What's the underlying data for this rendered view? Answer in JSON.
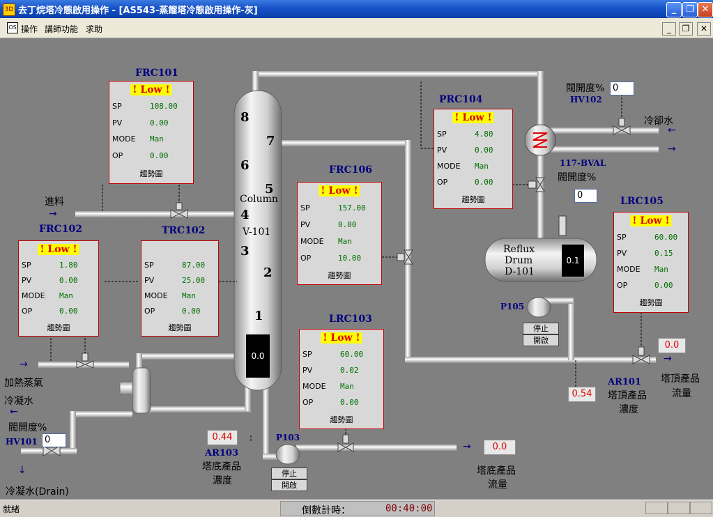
{
  "window": {
    "title": "去丁烷塔冷態啟用操作 - [AS543-蒸餾塔冷態啟用操作-灰]",
    "icon_text": "3D",
    "min": "_",
    "restore": "❐",
    "close": "✕"
  },
  "menu": {
    "icon_text": "OS",
    "items": [
      "操作",
      "講師功能",
      "求助"
    ],
    "mdi_min": "_",
    "mdi_restore": "❐",
    "mdi_close": "✕"
  },
  "status": {
    "ready": "就緒",
    "countdown_label": "倒數計時：",
    "countdown_value": "00:40:00"
  },
  "common": {
    "low": "! Low !",
    "sp": "SP",
    "pv": "PV",
    "mode": "MODE",
    "op": "OP",
    "trend": "趨勢圖"
  },
  "controllers": [
    {
      "tag": "FRC101",
      "alarm": "! Low !",
      "sp": "108.00",
      "pv": "0.00",
      "mode": "Man",
      "op": "0.00"
    },
    {
      "tag": "FRC102",
      "alarm": "! Low !",
      "sp": "1.80",
      "pv": "0.00",
      "mode": "Man",
      "op": "0.00"
    },
    {
      "tag": "TRC102",
      "alarm": "",
      "sp": "87.00",
      "pv": "25.00",
      "mode": "Man",
      "op": "0.00"
    },
    {
      "tag": "FRC106",
      "alarm": "! Low !",
      "sp": "157.00",
      "pv": "0.00",
      "mode": "Man",
      "op": "10.00"
    },
    {
      "tag": "LRC103",
      "alarm": "! Low !",
      "sp": "60.00",
      "pv": "0.02",
      "mode": "Man",
      "op": "0.00"
    },
    {
      "tag": "PRC104",
      "alarm": "! Low !",
      "sp": "4.80",
      "pv": "0.00",
      "mode": "Man",
      "op": "0.00"
    },
    {
      "tag": "LRC105",
      "alarm": "! Low !",
      "sp": "60.00",
      "pv": "0.15",
      "mode": "Man",
      "op": "0.00"
    }
  ],
  "column": {
    "label1": "Column",
    "label2": "V-101",
    "trays": [
      "8",
      "7",
      "6",
      "5",
      "4",
      "3",
      "2",
      "1"
    ],
    "level": "0.0"
  },
  "drum": {
    "label1": "Reflux",
    "label2": "Drum",
    "label3": "D-101",
    "level": "0.1"
  },
  "labels": {
    "feed": "進料",
    "steam": "加熱蒸氣",
    "condensate": "冷凝水",
    "valve_open": "閥開度%",
    "hv101": "HV101",
    "hv101_value": "0",
    "drain": "冷凝水(Drain)",
    "ar103": "AR103",
    "ar103_value": "0.44",
    "bottom_conc": "塔底產品",
    "bottom_conc2": "濃度",
    "p103": "P103",
    "bottom_flow_value": "0.0",
    "bottom_flow": "塔底產品",
    "bottom_flow2": "流量",
    "hv102_open": "閥開度%",
    "hv102": "HV102",
    "hv102_value": "0",
    "cooling_water": "冷卻水",
    "bval": "117-BVAL",
    "bval_open": "閥開度%",
    "bval_value": "0",
    "p105": "P105",
    "top_flow_value": "0.0",
    "top_product": "塔頂產品",
    "top_product2": "流量",
    "ar101": "AR101",
    "ar101_value": "0.54",
    "top_conc": "塔頂產品",
    "top_conc2": "濃度"
  },
  "pumps": {
    "stop": "停止",
    "start": "開啟"
  }
}
